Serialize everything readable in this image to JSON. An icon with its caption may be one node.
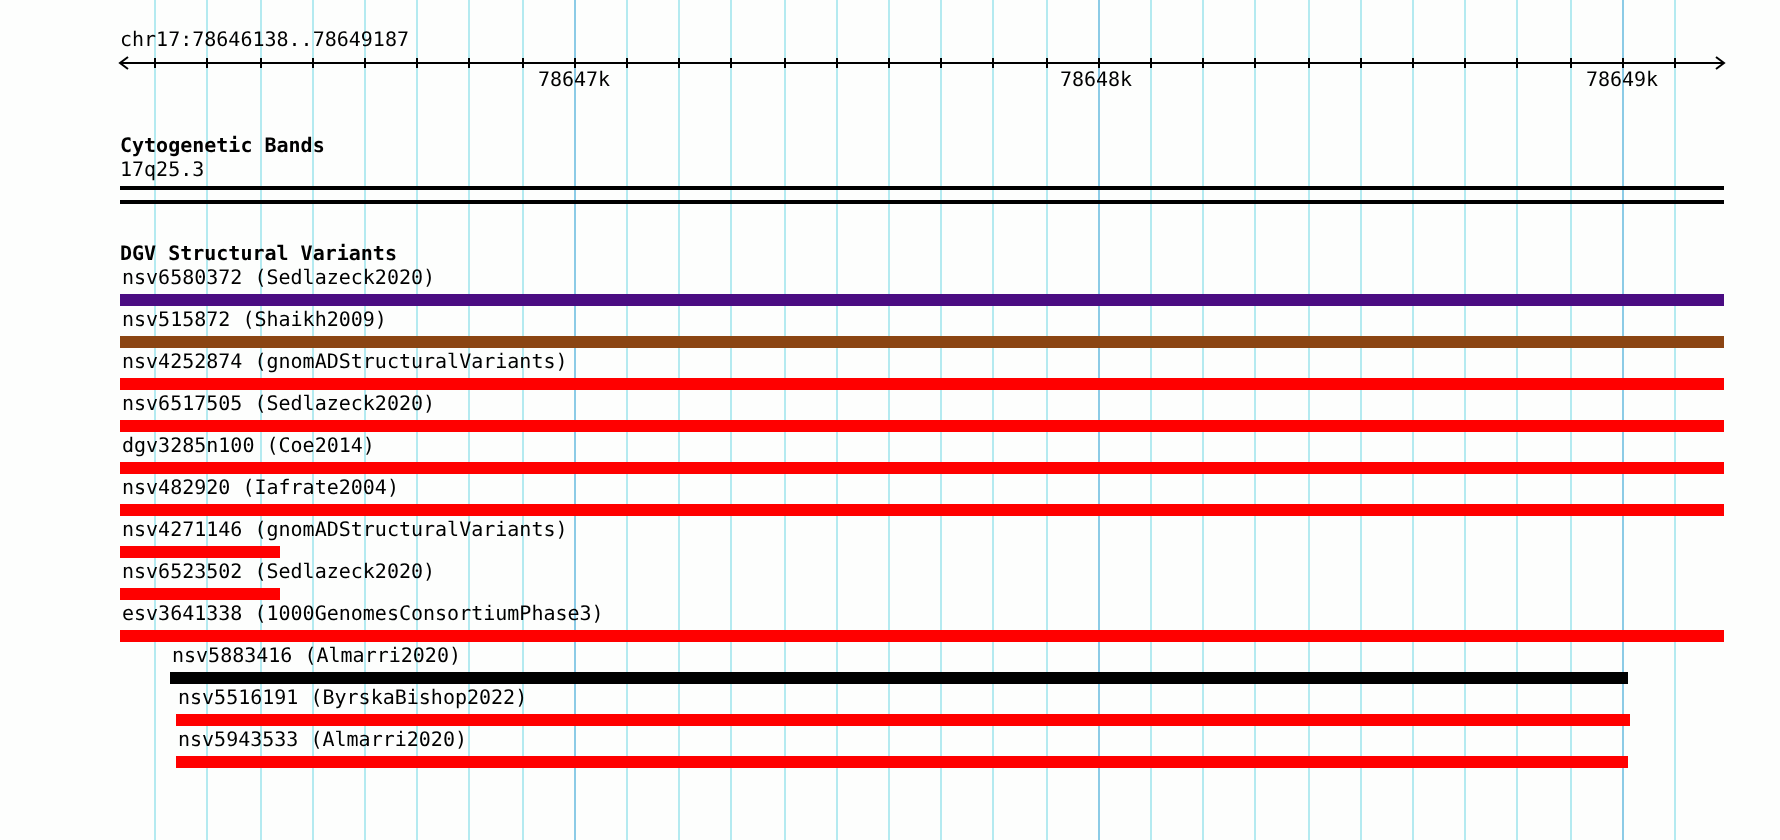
{
  "diagram": {
    "nodes": [
      {
        "text": [
          "17q25.3"
        ]
      },
      {
        "text": [
          "nsv6580372 (Sedlazeck2020)"
        ]
      },
      {
        "text": [
          "nsv515872 (Shaikh2009)"
        ]
      },
      {
        "text": [
          "nsv4252874 (gnomADStructuralVariants)"
        ]
      },
      {
        "text": [
          "nsv6517505 (Sedlazeck2020)"
        ]
      },
      {
        "text": [
          "dgv3285n100 (Coe2014)"
        ]
      },
      {
        "text": [
          "nsv482920 (Iafrate2004)"
        ]
      },
      {
        "text": [
          "nsv4271146 (gnomADStructuralVariants)"
        ]
      },
      {
        "text": [
          "nsv6523502 (Sedlazeck2020)"
        ]
      },
      {
        "text": [
          "esv3641338 (1000GenomesConsortiumPhase3)"
        ]
      },
      {
        "text": [
          "nsv5883416 (Almarri2020)"
        ]
      },
      {
        "text": [
          "nsv5516191 (ByrskaBishop2022)"
        ]
      },
      {
        "text": [
          "nsv5943533 (Almarri2020)"
        ]
      }
    ],
    "labels": [
      "chr17:78646138..78649187",
      "78647k",
      "78648k",
      "78649k",
      "Cytogenetic Bands",
      "DGV Structural Variants"
    ]
  }
}
